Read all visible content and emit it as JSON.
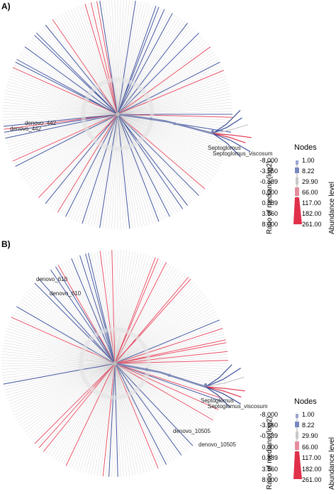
{
  "panels": [
    {
      "letter": "A)",
      "labels": [
        "denovo_442",
        "denovo_442",
        "Septoglomus",
        "Septoglomus_viscosum"
      ],
      "legend": {
        "nodes_title": "Nodes",
        "ratio_title": "Ratio of medians (log2)",
        "abundance_title": "Abundance level",
        "ratio_ticks": [
          "-8.000",
          "-3.560",
          "-0.889",
          "0.000",
          "0.889",
          "3.560",
          "8.000"
        ],
        "abundance_ticks": [
          "1.00",
          "8.22",
          "29.90",
          "66.00",
          "117.00",
          "182.00",
          "261.00"
        ]
      }
    },
    {
      "letter": "B)",
      "labels": [
        "denovo_610",
        "denovo_610",
        "Septoglomus",
        "Septoglomus_viscosum",
        "denovo_10505",
        "denovo_10505"
      ],
      "legend": {
        "nodes_title": "Nodes",
        "ratio_title": "Ratio of medians (log2)",
        "abundance_title": "Abundance level",
        "ratio_ticks": [
          "-8.000",
          "-3.560",
          "-0.889",
          "0.000",
          "0.889",
          "3.560",
          "8.000"
        ],
        "abundance_ticks": [
          "1.00",
          "8.22",
          "29.90",
          "66.00",
          "117.00",
          "182.00",
          "261.00"
        ]
      }
    }
  ],
  "colors": {
    "negative": "#3c4f9a",
    "neutral": "#c8c8c8",
    "positive": "#e0304a",
    "main_branch": "#7d89b8"
  }
}
